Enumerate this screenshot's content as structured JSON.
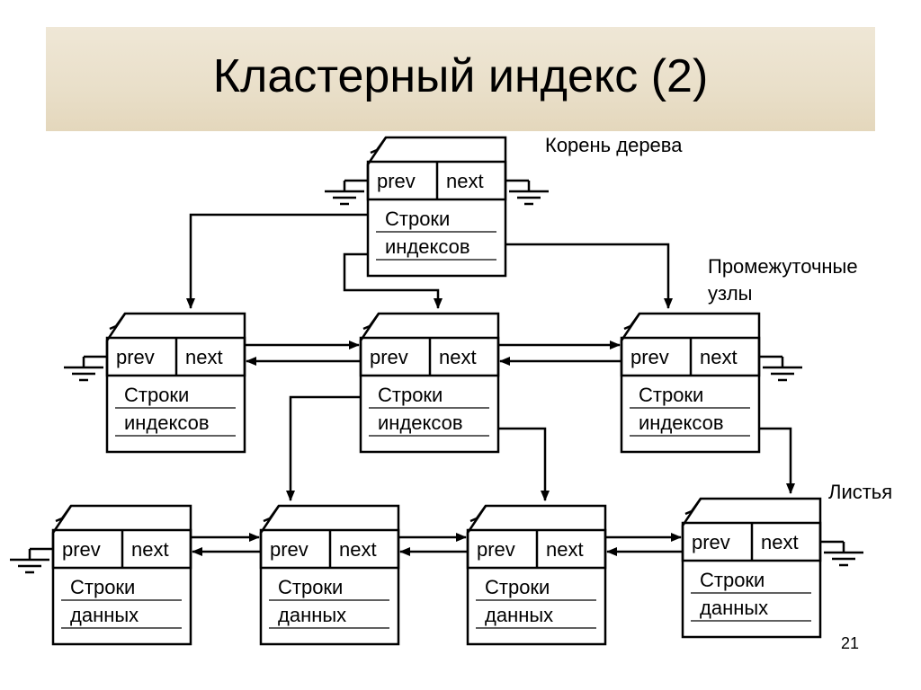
{
  "title": "Кластерный индекс (2)",
  "labels": {
    "root": "Корень дерева",
    "intermediate_line1": "Промежуточные",
    "intermediate_line2": "узлы",
    "leaves": "Листья"
  },
  "page_number": "21",
  "node_fields": {
    "prev": "prev",
    "next": "next"
  },
  "node_text": {
    "index_line1": "Строки",
    "index_line2": "индексов",
    "data_line1": "Строки",
    "data_line2": "данных"
  }
}
